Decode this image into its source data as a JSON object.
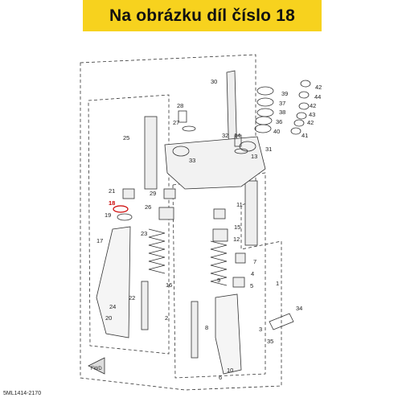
{
  "header": {
    "title": "Na obrázku díl číslo 18",
    "background": "#f7d21e"
  },
  "diagram_code": "5ML1414-2170",
  "fwd_label": "FWD",
  "part_labels": [
    "1",
    "2",
    "3",
    "4",
    "5",
    "6",
    "7",
    "8",
    "9",
    "10",
    "11",
    "12",
    "13",
    "14",
    "15",
    "16",
    "17",
    "18",
    "19",
    "20",
    "21",
    "22",
    "23",
    "24",
    "25",
    "26",
    "27",
    "28",
    "29",
    "30",
    "31",
    "32",
    "33",
    "34",
    "35",
    "36",
    "37",
    "38",
    "39",
    "40",
    "41",
    "42",
    "43",
    "44"
  ],
  "highlighted_part": "18"
}
